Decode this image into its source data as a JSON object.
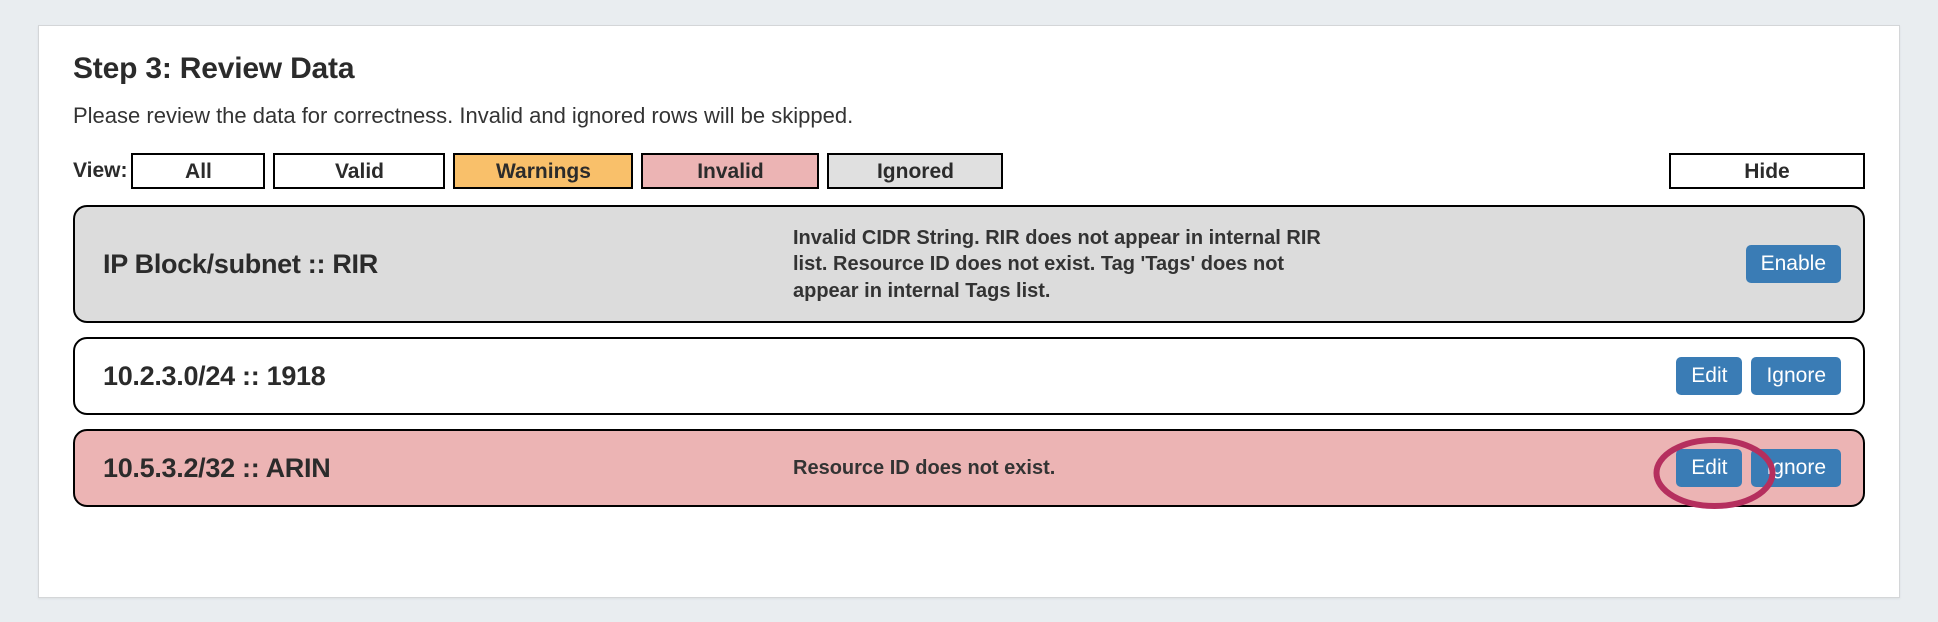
{
  "page": {
    "title": "Step 3: Review Data",
    "subtitle": "Please review the data for correctness. Invalid and ignored rows will be skipped."
  },
  "filters": {
    "label": "View:",
    "options": [
      {
        "id": "all",
        "label": "All",
        "bg": "#ffffff"
      },
      {
        "id": "valid",
        "label": "Valid",
        "bg": "#ffffff"
      },
      {
        "id": "warnings",
        "label": "Warnings",
        "bg": "#f9c06a"
      },
      {
        "id": "invalid",
        "label": "Invalid",
        "bg": "#ecb4b4"
      },
      {
        "id": "ignored",
        "label": "Ignored",
        "bg": "#e0e0e0"
      }
    ],
    "hide_label": "Hide"
  },
  "rows": [
    {
      "name": "IP Block/subnet :: RIR",
      "message": "Invalid CIDR String. RIR does not appear in internal RIR list. Resource ID does not exist. Tag 'Tags' does not appear in internal Tags list.",
      "state": "ignored",
      "bg": "#dcdcdc",
      "actions": [
        {
          "id": "enable",
          "label": "Enable"
        }
      ]
    },
    {
      "name": "10.2.3.0/24 :: 1918",
      "message": "",
      "state": "valid",
      "bg": "#ffffff",
      "actions": [
        {
          "id": "edit",
          "label": "Edit"
        },
        {
          "id": "ignore",
          "label": "Ignore"
        }
      ]
    },
    {
      "name": "10.5.3.2/32 :: ARIN",
      "message": "Resource ID does not exist.",
      "state": "invalid",
      "bg": "#ecb4b4",
      "actions": [
        {
          "id": "edit",
          "label": "Edit"
        },
        {
          "id": "ignore",
          "label": "Ignore"
        }
      ]
    }
  ],
  "annotation": {
    "target": "edit-button-row-3",
    "shape": "ellipse",
    "color": "#b52f5e"
  },
  "colors": {
    "page_background": "#e9edf0",
    "card_background": "#ffffff",
    "button_primary": "#3a7cb5",
    "warning": "#f9c06a",
    "invalid": "#ecb4b4",
    "ignored": "#dcdcdc",
    "annotation": "#b52f5e"
  }
}
